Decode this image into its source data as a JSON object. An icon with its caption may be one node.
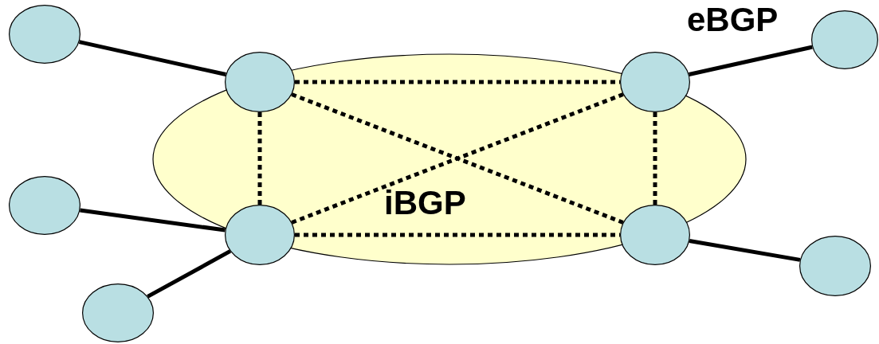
{
  "diagram": {
    "nodes": [
      {
        "text": [],
        "shape": "circle"
      },
      {
        "text": [],
        "shape": "circle"
      },
      {
        "text": [],
        "shape": "circle"
      },
      {
        "text": [],
        "shape": "circle"
      },
      {
        "text": [],
        "shape": "circle"
      },
      {
        "text": [],
        "shape": "circle"
      },
      {
        "text": [],
        "shape": "circle"
      },
      {
        "text": [],
        "shape": "circle"
      },
      {
        "text": [],
        "shape": "circle"
      }
    ],
    "edges": [
      {
        "from": 0,
        "to": 2,
        "arrow": "none"
      },
      {
        "from": 3,
        "to": 6,
        "arrow": "none"
      },
      {
        "from": 2,
        "to": 3,
        "arrow": "none",
        "style": "dashed"
      },
      {
        "from": 2,
        "to": 4,
        "arrow": "none",
        "style": "dashed"
      },
      {
        "from": 2,
        "to": 7,
        "arrow": "none",
        "style": "dashed"
      },
      {
        "from": 3,
        "to": 7,
        "arrow": "none",
        "style": "dashed"
      },
      {
        "from": 4,
        "to": 3,
        "arrow": "none",
        "style": "dashed"
      },
      {
        "from": 4,
        "to": 7,
        "arrow": "none",
        "style": "dashed"
      },
      {
        "from": 1,
        "to": 4,
        "arrow": "none"
      },
      {
        "from": 5,
        "to": 4,
        "arrow": "none"
      },
      {
        "from": 7,
        "to": 8,
        "arrow": "none"
      }
    ],
    "labels": [
      "eBGP",
      "iBGP"
    ]
  }
}
